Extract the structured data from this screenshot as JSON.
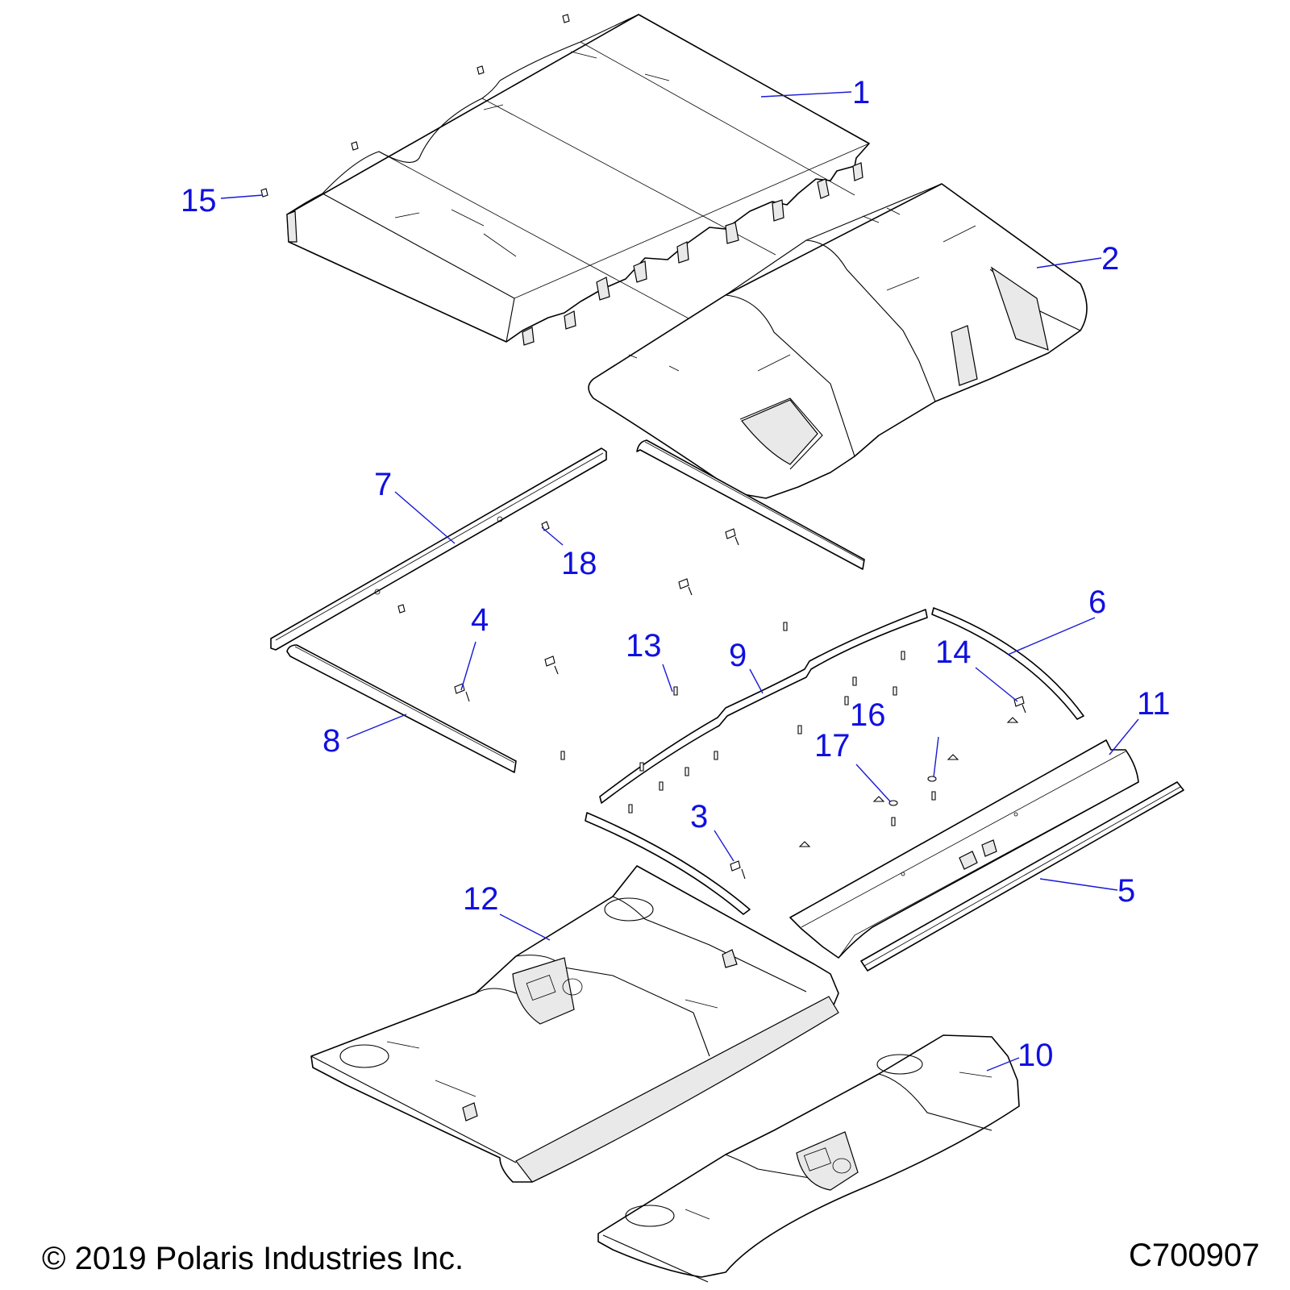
{
  "callouts": [
    {
      "id": "1",
      "label": "1"
    },
    {
      "id": "2",
      "label": "2"
    },
    {
      "id": "3",
      "label": "3"
    },
    {
      "id": "4",
      "label": "4"
    },
    {
      "id": "5",
      "label": "5"
    },
    {
      "id": "6",
      "label": "6"
    },
    {
      "id": "7",
      "label": "7"
    },
    {
      "id": "8",
      "label": "8"
    },
    {
      "id": "9",
      "label": "9"
    },
    {
      "id": "10",
      "label": "10"
    },
    {
      "id": "11",
      "label": "11"
    },
    {
      "id": "12",
      "label": "12"
    },
    {
      "id": "13",
      "label": "13"
    },
    {
      "id": "14",
      "label": "14"
    },
    {
      "id": "15",
      "label": "15"
    },
    {
      "id": "16",
      "label": "16"
    },
    {
      "id": "17",
      "label": "17"
    },
    {
      "id": "18",
      "label": "18"
    }
  ],
  "footer": {
    "copyright": "© 2019 Polaris Industries Inc.",
    "drawing_number": "C700907"
  },
  "colors": {
    "callout": "#1010e0",
    "line": "#000000",
    "background": "#ffffff"
  }
}
